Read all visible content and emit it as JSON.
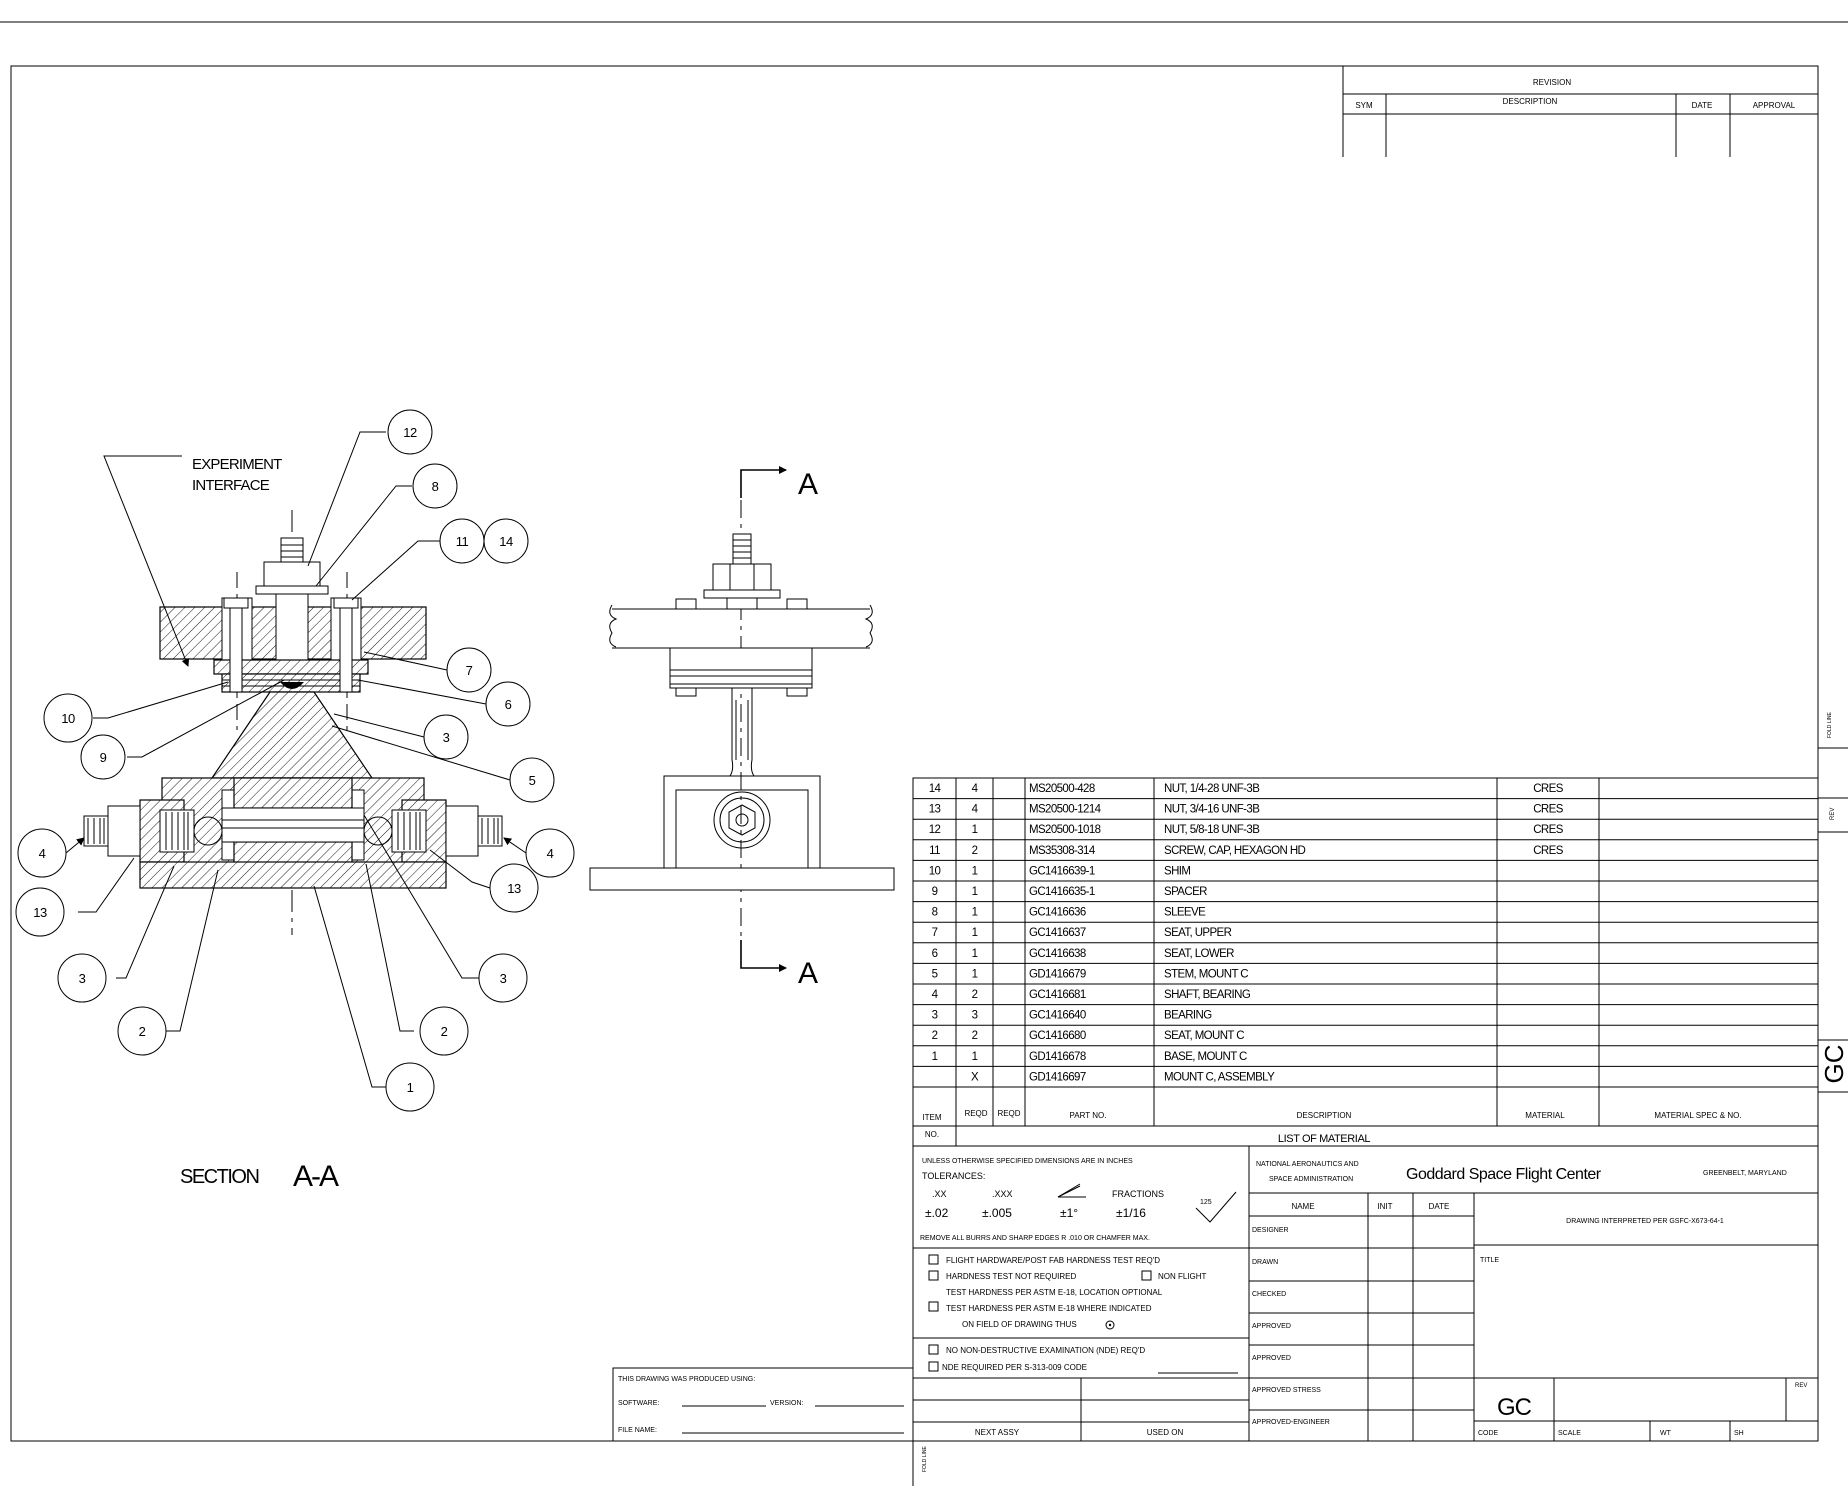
{
  "drawing": {
    "view_labels": {
      "section_word": "SECTION",
      "section_id": "A-A"
    },
    "experiment_label": [
      "EXPERIMENT",
      "INTERFACE"
    ],
    "section_cut_letter": "A",
    "balloons": [
      "12",
      "8",
      "11",
      "14",
      "7",
      "6",
      "10",
      "9",
      "3",
      "5",
      "4",
      "4",
      "13",
      "13",
      "3",
      "3",
      "2",
      "2",
      "1"
    ]
  },
  "revision_block": {
    "title": "REVISION",
    "headers": {
      "sym": "SYM",
      "description": "DESCRIPTION",
      "date": "DATE",
      "approval": "APPROVAL"
    }
  },
  "bom": {
    "rows": [
      {
        "item": "14",
        "reqd": "4",
        "reqd2": "",
        "part": "MS20500-428",
        "desc": "NUT, 1/4-28 UNF-3B",
        "material": "CRES",
        "spec": ""
      },
      {
        "item": "13",
        "reqd": "4",
        "reqd2": "",
        "part": "MS20500-1214",
        "desc": "NUT, 3/4-16 UNF-3B",
        "material": "CRES",
        "spec": ""
      },
      {
        "item": "12",
        "reqd": "1",
        "reqd2": "",
        "part": "MS20500-1018",
        "desc": "NUT, 5/8-18 UNF-3B",
        "material": "CRES",
        "spec": ""
      },
      {
        "item": "11",
        "reqd": "2",
        "reqd2": "",
        "part": "MS35308-314",
        "desc": "SCREW, CAP, HEXAGON HD",
        "material": "CRES",
        "spec": ""
      },
      {
        "item": "10",
        "reqd": "1",
        "reqd2": "",
        "part": "GC1416639-1",
        "desc": "SHIM",
        "material": "",
        "spec": ""
      },
      {
        "item": "9",
        "reqd": "1",
        "reqd2": "",
        "part": "GC1416635-1",
        "desc": "SPACER",
        "material": "",
        "spec": ""
      },
      {
        "item": "8",
        "reqd": "1",
        "reqd2": "",
        "part": "GC1416636",
        "desc": "SLEEVE",
        "material": "",
        "spec": ""
      },
      {
        "item": "7",
        "reqd": "1",
        "reqd2": "",
        "part": "GC1416637",
        "desc": "SEAT, UPPER",
        "material": "",
        "spec": ""
      },
      {
        "item": "6",
        "reqd": "1",
        "reqd2": "",
        "part": "GC1416638",
        "desc": "SEAT, LOWER",
        "material": "",
        "spec": ""
      },
      {
        "item": "5",
        "reqd": "1",
        "reqd2": "",
        "part": "GD1416679",
        "desc": "STEM, MOUNT C",
        "material": "",
        "spec": ""
      },
      {
        "item": "4",
        "reqd": "2",
        "reqd2": "",
        "part": "GC1416681",
        "desc": "SHAFT, BEARING",
        "material": "",
        "spec": ""
      },
      {
        "item": "3",
        "reqd": "3",
        "reqd2": "",
        "part": "GC1416640",
        "desc": "BEARING",
        "material": "",
        "spec": ""
      },
      {
        "item": "2",
        "reqd": "2",
        "reqd2": "",
        "part": "GC1416680",
        "desc": "SEAT, MOUNT C",
        "material": "",
        "spec": ""
      },
      {
        "item": "1",
        "reqd": "1",
        "reqd2": "",
        "part": "GD1416678",
        "desc": "BASE, MOUNT C",
        "material": "",
        "spec": ""
      },
      {
        "item": "",
        "reqd": "X",
        "reqd2": "",
        "part": "GD1416697",
        "desc": "MOUNT C, ASSEMBLY",
        "material": "",
        "spec": ""
      }
    ],
    "headers": {
      "item": "ITEM",
      "no": "NO.",
      "reqd": "REQD",
      "reqd2": "REQD",
      "part": "PART NO.",
      "desc": "DESCRIPTION",
      "material": "MATERIAL",
      "spec": "MATERIAL SPEC & NO."
    },
    "list_title": "LIST OF MATERIAL"
  },
  "tolerances": {
    "note": "UNLESS OTHERWISE SPECIFIED DIMENSIONS ARE IN INCHES",
    "label": "TOLERANCES:",
    "cols": [
      ".XX",
      ".XXX",
      "",
      "FRACTIONS"
    ],
    "values": [
      "±.02",
      "±.005",
      "±1°",
      "±1/16"
    ],
    "finish": "125",
    "burr_note": "REMOVE ALL BURRS AND SHARP EDGES R .010 OR CHAMFER MAX."
  },
  "hardness": {
    "items": [
      "FLIGHT HARDWARE/POST FAB HARDNESS TEST REQ'D",
      "HARDNESS TEST NOT REQUIRED",
      "TEST HARDNESS PER ASTM E-18, LOCATION OPTIONAL",
      "TEST HARDNESS PER ASTM E-18 WHERE INDICATED"
    ],
    "non_flight": "NON FLIGHT",
    "on_field": "ON FIELD OF DRAWING THUS",
    "nde1": "NO NON-DESTRUCTIVE EXAMINATION (NDE) REQ'D",
    "nde2": "NDE REQUIRED PER S-313-009 CODE"
  },
  "software_block": {
    "produced": "THIS DRAWING WAS PRODUCED USING:",
    "software": "SOFTWARE:",
    "version": "VERSION:",
    "file_name": "FILE NAME:"
  },
  "assy_block": {
    "next_assy": "NEXT ASSY",
    "used_on": "USED ON"
  },
  "title_block": {
    "agency_line1": "NATIONAL AERONAUTICS AND",
    "agency_line2": "SPACE ADMINISTRATION",
    "center": "Goddard Space Flight Center",
    "location": "GREENBELT, MARYLAND",
    "sig_headers": {
      "name": "NAME",
      "init": "INIT",
      "date": "DATE"
    },
    "sig_rows": [
      "DESIGNER",
      "DRAWN",
      "CHECKED",
      "APPROVED",
      "APPROVED",
      "APPROVED STRESS",
      "APPROVED-ENGINEER"
    ],
    "interpreted": "DRAWING INTERPRETED PER GSFC-X673-64-1",
    "title_label": "TITLE",
    "code_big": "GC",
    "code": "CODE",
    "scale": "SCALE",
    "wt": "WT",
    "sh": "SH",
    "rev": "REV"
  },
  "margin": {
    "fold_line": "FOLD LINE",
    "rev": "REV",
    "code_side": "GC"
  }
}
